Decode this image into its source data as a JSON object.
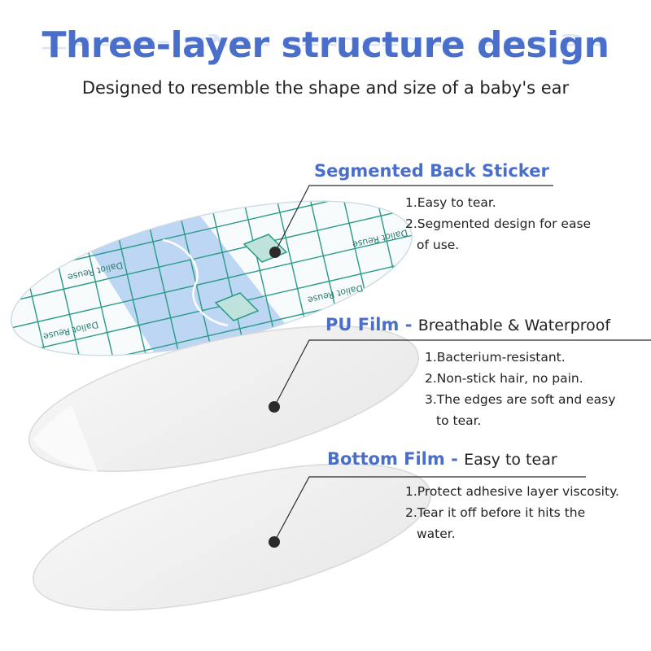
{
  "header": {
    "title": "Three-layer structure design",
    "subtitle": "Designed to resemble the shape and size of a baby's ear"
  },
  "layers": [
    {
      "name": "Segmented Back Sticker",
      "separator": "",
      "description": "",
      "points": [
        {
          "line1": "1.Easy to tear.",
          "line2": ""
        },
        {
          "line1": "2.Segmented design for ease",
          "line2": "of use."
        }
      ]
    },
    {
      "name": "PU Film",
      "separator": " - ",
      "description": "Breathable & Waterproof",
      "points": [
        {
          "line1": "1.Bacterium-resistant.",
          "line2": ""
        },
        {
          "line1": "2.Non-stick hair, no pain.",
          "line2": ""
        },
        {
          "line1": "3.The edges are soft and easy",
          "line2": "to tear."
        }
      ]
    },
    {
      "name": "Bottom Film",
      "separator": " - ",
      "description": "Easy to tear",
      "points": [
        {
          "line1": "1.Protect adhesive layer viscosity.",
          "line2": ""
        },
        {
          "line1": "2.Tear it off before it hits the",
          "line2": "water."
        }
      ]
    }
  ],
  "sticker_print": {
    "brand_text": "Daliot Reuse",
    "grid_color": "#2a9a88",
    "highlight_color": "#a8c9f0"
  },
  "colors": {
    "accent": "#4a6fcb",
    "text": "#222222",
    "pointer": "#2b2b2b"
  }
}
